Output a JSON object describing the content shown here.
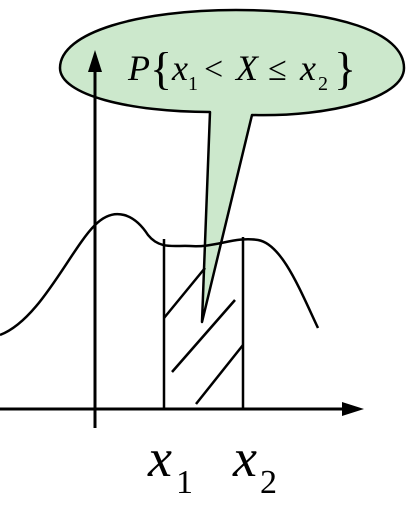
{
  "callout": {
    "P": "P",
    "brace_open": "{",
    "x": "x",
    "one": "1",
    "lt": "<",
    "X": "X",
    "leq": "≤",
    "x2": "x",
    "two": "2",
    "brace_close": "}",
    "fill_color": "#cce8cc"
  },
  "axis_labels": {
    "x1_var": "x",
    "x1_sub": "1",
    "x2_var": "x",
    "x2_sub": "2"
  },
  "colors": {
    "stroke": "#000000",
    "callout_fill": "#cce8cc"
  }
}
